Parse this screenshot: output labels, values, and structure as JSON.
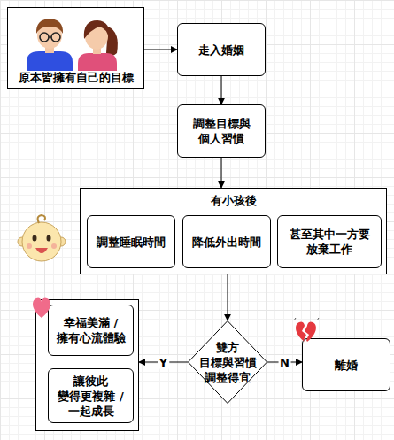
{
  "diagram": {
    "nodes": [
      {
        "text": [
          "原本皆擁有自己的目標"
        ]
      },
      {
        "text": [
          "走入婚姻"
        ]
      },
      {
        "text": [
          "調整目標與 個人習慣"
        ]
      },
      {
        "text": [
          "有小孩後"
        ]
      },
      {
        "text": [
          "調整睡眠時間"
        ],
        "in": 3
      },
      {
        "text": [
          "降低外出時間"
        ],
        "in": 3
      },
      {
        "text": [
          "甚至其中一方要 放棄工作"
        ],
        "in": 3
      },
      {
        "text": [
          "雙方 目標與習慣 調整得宜"
        ]
      },
      {
        "text": []
      },
      {
        "text": [
          "幸福美滿 / 擁有心流體驗"
        ],
        "in": 8
      },
      {
        "text": [
          "讓彼此 變得更複雜 / 一起成長"
        ],
        "in": 8
      },
      {
        "text": [
          "離婚"
        ]
      }
    ],
    "edges": [
      {
        "from": 0,
        "to": 1,
        "arrow": "to"
      },
      {
        "from": 1,
        "to": 2,
        "arrow": "to"
      },
      {
        "from": 2,
        "to": 3,
        "arrow": "to"
      },
      {
        "from": 3,
        "to": 7,
        "arrow": "to"
      },
      {
        "from": 7,
        "to": 8,
        "label": "Y",
        "arrow": "to"
      },
      {
        "from": 7,
        "to": 11,
        "label": "N",
        "arrow": "to"
      }
    ]
  }
}
